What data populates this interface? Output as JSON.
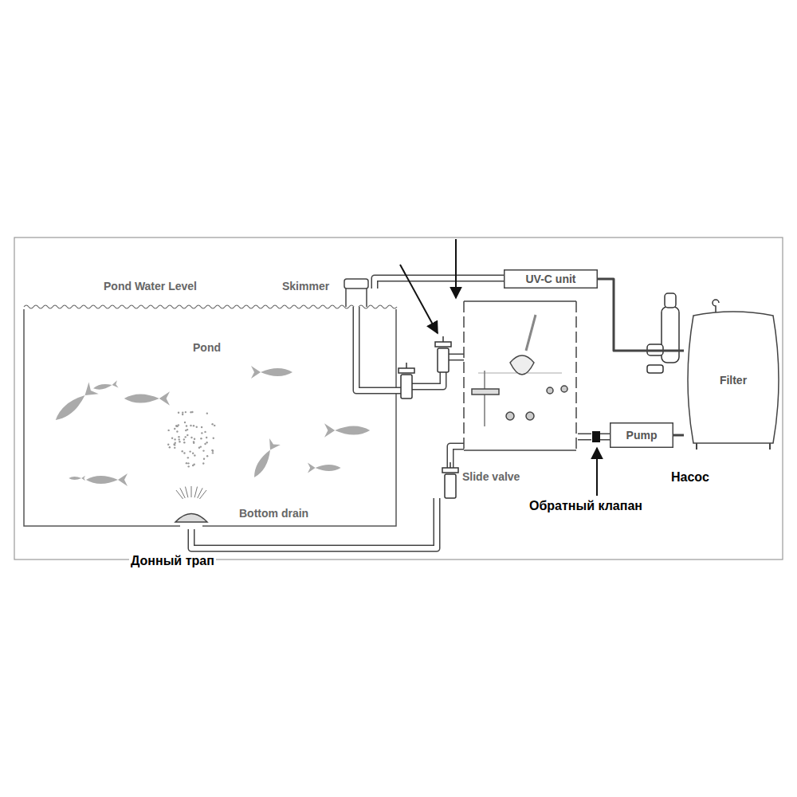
{
  "diagram": {
    "nodes": [
      {
        "text": [
          "UV-C unit"
        ]
      },
      {
        "text": [
          "Filter"
        ]
      },
      {
        "text": [
          "Pump"
        ]
      }
    ],
    "edges": [
      {
        "from": 2,
        "to": 1,
        "arrow": "none"
      },
      {
        "from": 1,
        "to": 0,
        "arrow": "none"
      }
    ],
    "labels": [
      "Pond Water Level",
      "Skimmer",
      "Pond",
      "Bottom drain",
      "Slide valve",
      "Насос",
      "Обратный клапан",
      "Донный трап"
    ]
  }
}
